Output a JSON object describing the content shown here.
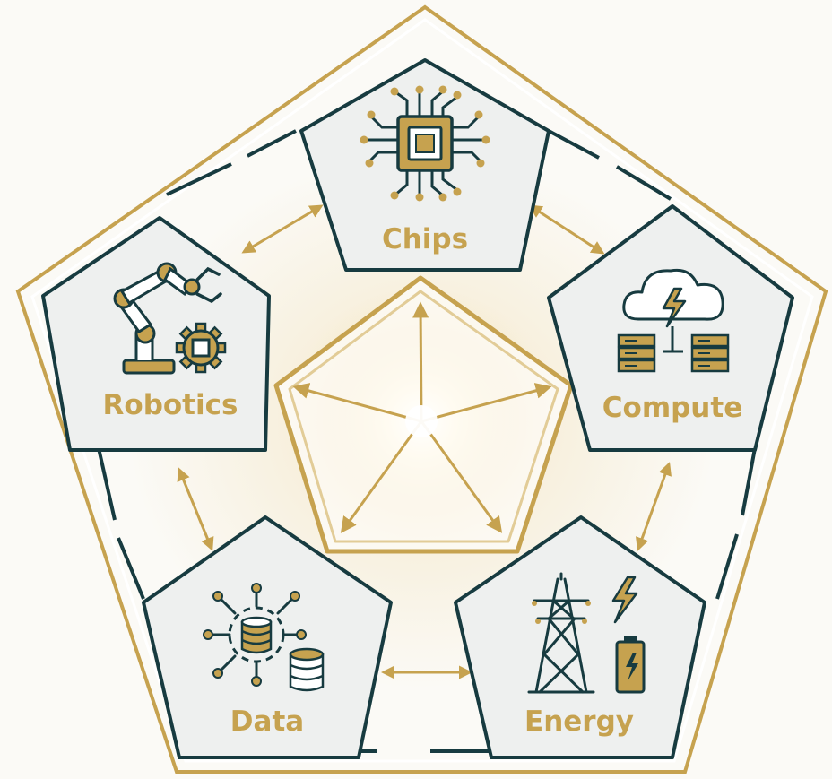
{
  "colors": {
    "gold": "#c6a24f",
    "gold_light": "#e7d3a4",
    "navy": "#173b40",
    "panel_fill": "#eef0ef",
    "background": "#fbfaf6"
  },
  "nodes": {
    "chips": {
      "label": "Chips",
      "icon": "microchip-icon"
    },
    "robotics": {
      "label": "Robotics",
      "icon": "robot-arm-gear-icon"
    },
    "compute": {
      "label": "Compute",
      "icon": "cloud-server-icon"
    },
    "data": {
      "label": "Data",
      "icon": "database-network-icon"
    },
    "energy": {
      "label": "Energy",
      "icon": "power-tower-battery-icon"
    }
  },
  "connections": [
    [
      "chips",
      "robotics"
    ],
    [
      "chips",
      "compute"
    ],
    [
      "robotics",
      "data"
    ],
    [
      "compute",
      "energy"
    ],
    [
      "data",
      "energy"
    ]
  ],
  "hub_links": [
    "chips",
    "robotics",
    "compute",
    "data",
    "energy"
  ]
}
